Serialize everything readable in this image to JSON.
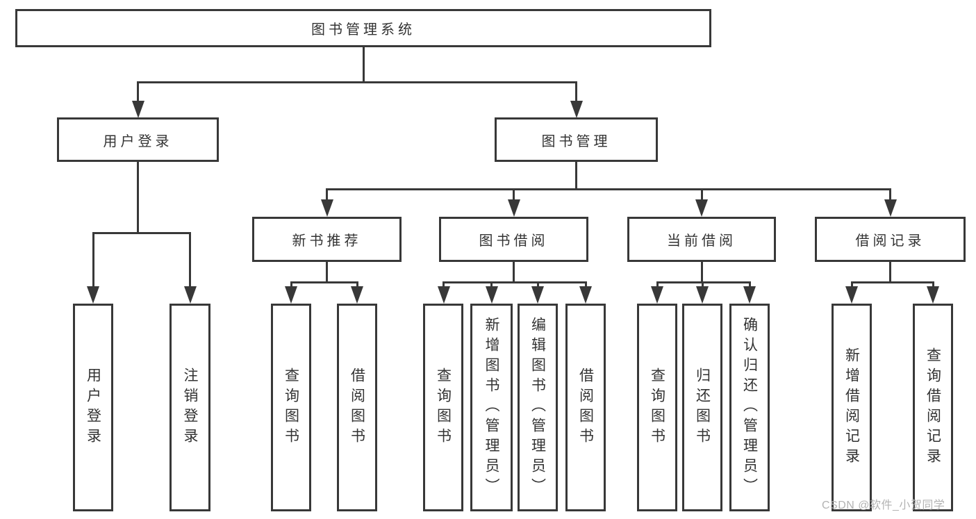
{
  "diagram": {
    "root": {
      "label": "图书管理系统"
    },
    "level2": [
      {
        "label": "用户登录"
      },
      {
        "label": "图书管理"
      }
    ],
    "level3": [
      {
        "label": "新书推荐"
      },
      {
        "label": "图书借阅"
      },
      {
        "label": "当前借阅"
      },
      {
        "label": "借阅记录"
      }
    ],
    "leaves": [
      {
        "label": "用户登录"
      },
      {
        "label": "注销登录"
      },
      {
        "label": "查询图书"
      },
      {
        "label": "借阅图书"
      },
      {
        "label": "查询图书"
      },
      {
        "label": "新增图书（管理员）"
      },
      {
        "label": "编辑图书（管理员）"
      },
      {
        "label": "借阅图书"
      },
      {
        "label": "查询图书"
      },
      {
        "label": "归还图书"
      },
      {
        "label": "确认归还（管理员）"
      },
      {
        "label": "新增借阅记录"
      },
      {
        "label": "查询借阅记录"
      }
    ]
  },
  "watermark": {
    "text": "CSDN @软件_小贺同学"
  },
  "colors": {
    "line": "#383838",
    "text": "#333333",
    "watermark": "#b3b3b3",
    "background": "#ffffff"
  }
}
